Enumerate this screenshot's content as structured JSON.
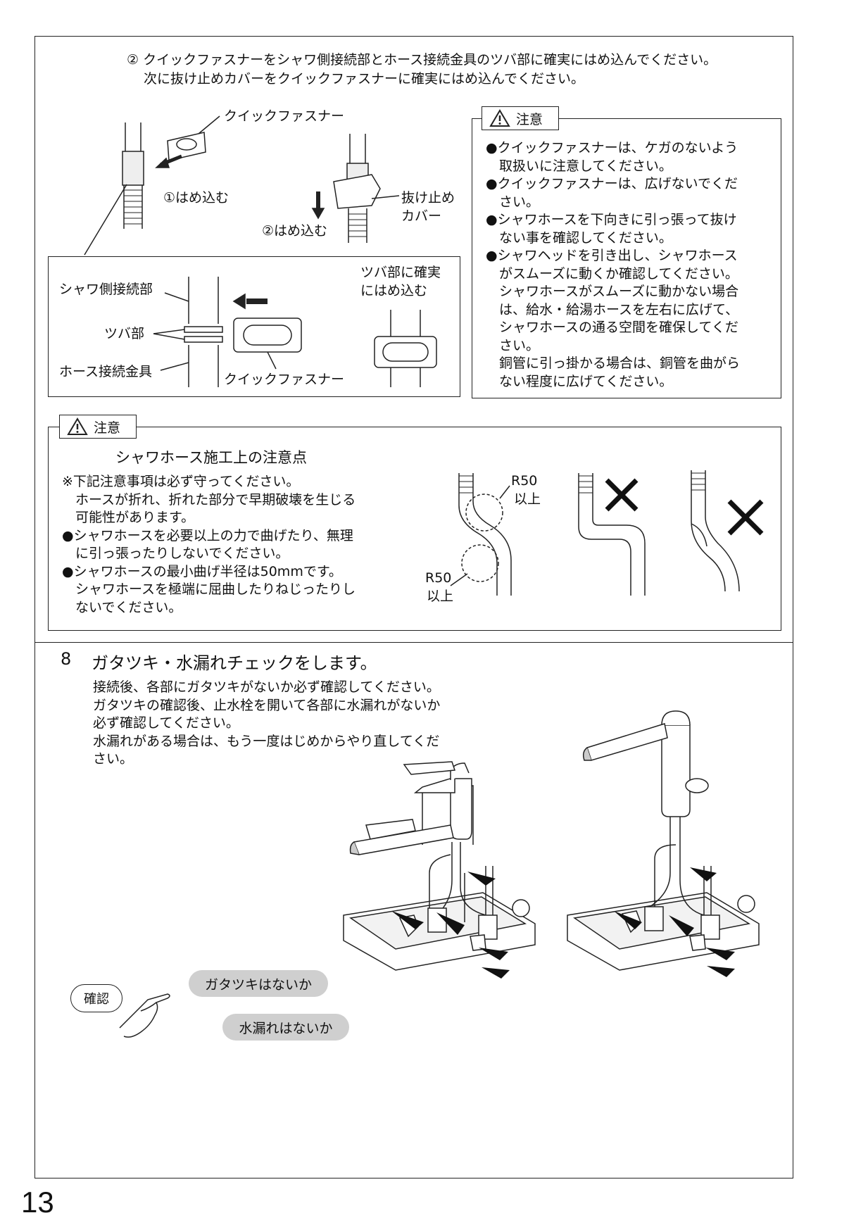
{
  "step2": {
    "line1": "② クイックファスナーをシャワ側接続部とホース接続金具のツバ部に確実にはめ込んでください。",
    "line2": "次に抜け止めカバーをクイックファスナーに確実にはめ込んでください。"
  },
  "figure_top": {
    "label_quick_fastener": "クイックファスナー",
    "label_insert1": "①はめ込む",
    "label_insert2": "②はめ込む",
    "label_cover_1": "抜け止め",
    "label_cover_2": "カバー"
  },
  "detail_box": {
    "label_shower_side": "シャワ側接続部",
    "label_flange": "ツバ部",
    "label_hose_fitting": "ホース接続金具",
    "label_quick_fastener": "クイックファスナー",
    "label_insert_1": "ツバ部に確実",
    "label_insert_2": "にはめ込む"
  },
  "caution1": {
    "tag": "注意",
    "lines": [
      "●クイックファスナーは、ケガのないよう",
      "　取扱いに注意してください。",
      "●クイックファスナーは、広げないでくだ",
      "　さい。",
      "●シャワホースを下向きに引っ張って抜け",
      "　ない事を確認してください。",
      "●シャワヘッドを引き出し、シャワホース",
      "　がスムーズに動くか確認してください。",
      "　シャワホースがスムーズに動かない場合",
      "　は、給水・給湯ホースを左右に広げて、",
      "　シャワホースの通る空間を確保してくだ",
      "　さい。",
      "　銅管に引っ掛かる場合は、銅管を曲がら",
      "　ない程度に広げてください。"
    ]
  },
  "caution2": {
    "tag": "注意",
    "heading": "シャワホース施工上の注意点",
    "lines": [
      "※下記注意事項は必ず守ってください。",
      "　ホースが折れ、折れた部分で早期破壊を生じる",
      "　可能性があります。",
      "●シャワホースを必要以上の力で曲げたり、無理",
      "　に引っ張ったりしないでください。",
      "●シャワホースの最小曲げ半径は50mmです。",
      "　シャワホースを極端に屈曲したりねじったりし",
      "　ないでください。"
    ],
    "r50_top_1": "R50",
    "r50_top_2": "以上",
    "r50_bottom_1": "R50",
    "r50_bottom_2": "以上"
  },
  "step8": {
    "number": "8",
    "title": "ガタツキ・水漏れチェックをします。",
    "lines": [
      "接続後、各部にガタツキがないか必ず確認してください。",
      "ガタツキの確認後、止水栓を開いて各部に水漏れがないか",
      "必ず確認してください。",
      "水漏れがある場合は、もう一度はじめからやり直してくだ",
      "さい。"
    ],
    "confirm_tag": "確認",
    "pill1": "ガタツキはないか",
    "pill2": "水漏れはないか"
  },
  "page_number": "13"
}
